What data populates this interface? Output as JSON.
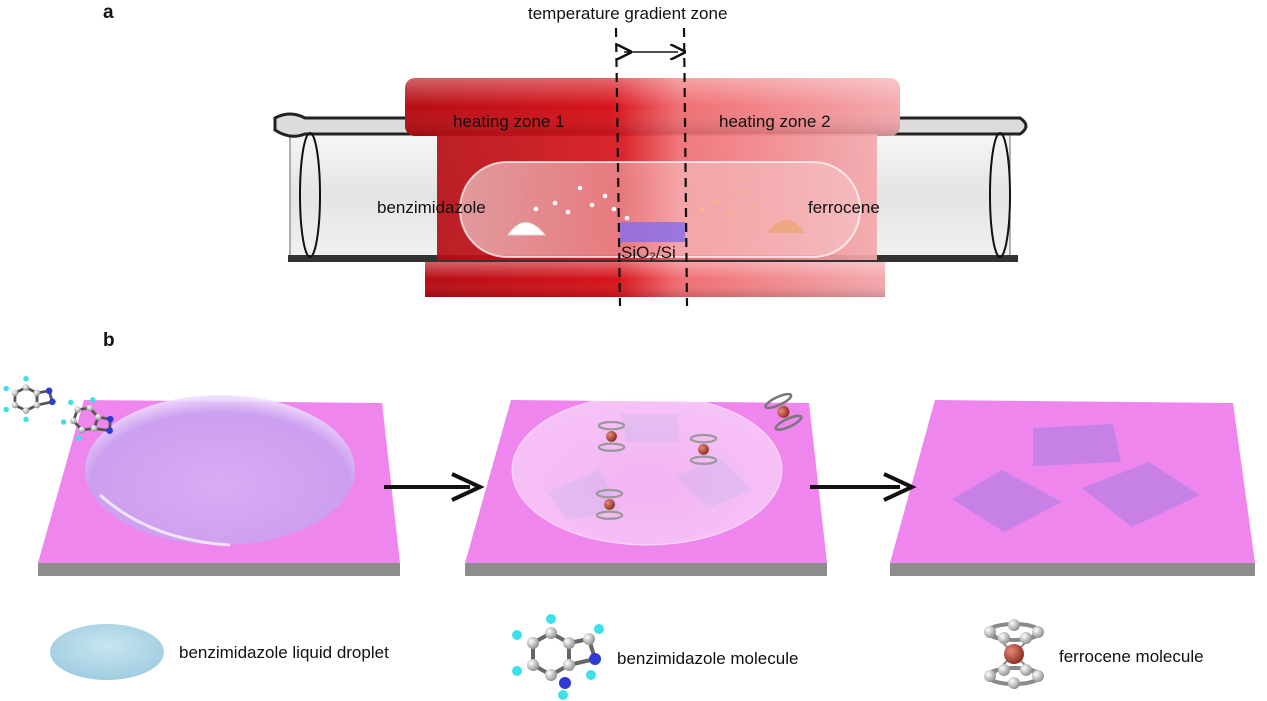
{
  "panel_a": {
    "letter": "a",
    "gradient_label": "temperature gradient zone",
    "zone1_label": "heating zone 1",
    "zone2_label": "heating zone 2",
    "source_left": "benzimidazole",
    "source_right": "ferrocene",
    "substrate_label": "SiO₂/Si"
  },
  "panel_b": {
    "letter": "b"
  },
  "legend": {
    "droplet": "benzimidazole liquid droplet",
    "benzimidazole": "benzimidazole molecule",
    "ferrocene": "ferrocene molecule"
  },
  "colors": {
    "furnace_red": "#c8151b",
    "furnace_pink": "#f2a3a6",
    "substrate_pink": "#ee86ee",
    "substrate_edge": "#8a8a8a",
    "flake_purple": "#b86fd8",
    "droplet_blue": "#a9d3e4"
  }
}
